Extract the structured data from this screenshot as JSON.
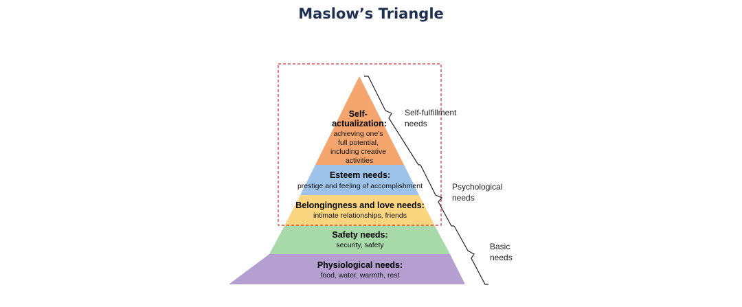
{
  "title": "Maslow’s Triangle",
  "levels": [
    {
      "name": "self-actualization",
      "title_lines": [
        "Self-",
        "actualization:"
      ],
      "desc_lines": [
        "achieving one’s",
        "full potential,",
        "including creative",
        "activities"
      ],
      "color": "#f5a66e"
    },
    {
      "name": "esteem",
      "title_lines": [
        "Esteem needs:"
      ],
      "desc_lines": [
        "prestige and feeling of accomplishment"
      ],
      "color": "#9dc3ea"
    },
    {
      "name": "belongingness",
      "title_lines": [
        "Belongingness and love needs:"
      ],
      "desc_lines": [
        "intimate relationships, friends"
      ],
      "color": "#fad680"
    },
    {
      "name": "safety",
      "title_lines": [
        "Safety needs:"
      ],
      "desc_lines": [
        "security, safety"
      ],
      "color": "#a8d9a8"
    },
    {
      "name": "physiological",
      "title_lines": [
        "Physiological needs:"
      ],
      "desc_lines": [
        "food, water, warmth, rest"
      ],
      "color": "#b59fd1"
    }
  ],
  "groups": [
    {
      "name": "self-fulfillment",
      "label_lines": [
        "Self-fulfillment",
        "needs"
      ]
    },
    {
      "name": "psychological",
      "label_lines": [
        "Psychological",
        "needs"
      ]
    },
    {
      "name": "basic",
      "label_lines": [
        "Basic",
        "needs"
      ]
    }
  ],
  "highlight": {
    "color": "#e0262b"
  }
}
